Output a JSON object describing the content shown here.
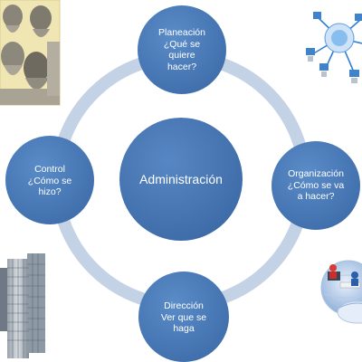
{
  "diagram": {
    "center": {
      "label": "Administración"
    },
    "nodes": [
      {
        "id": "planeacion",
        "lines": [
          "Planeación",
          "¿Qué se",
          "quiere",
          "hacer?"
        ]
      },
      {
        "id": "organizacion",
        "lines": [
          "Organización",
          "¿Cómo se va",
          "a hacer?"
        ]
      },
      {
        "id": "direccion",
        "lines": [
          "Dirección",
          "Ver que se",
          "haga"
        ]
      },
      {
        "id": "control",
        "lines": [
          "Control",
          "¿Cómo se",
          "hizo?"
        ]
      }
    ],
    "colors": {
      "node_fill": "#4a7bb7",
      "node_fill_dark": "#3c6aa6",
      "ring": "#c4d2e6",
      "text": "#ffffff"
    }
  },
  "images": {
    "top_left": "philosophers-busts-image",
    "top_right": "network-diagram-image",
    "bottom_left": "office-buildings-image",
    "bottom_right": "office-workers-globe-image"
  }
}
